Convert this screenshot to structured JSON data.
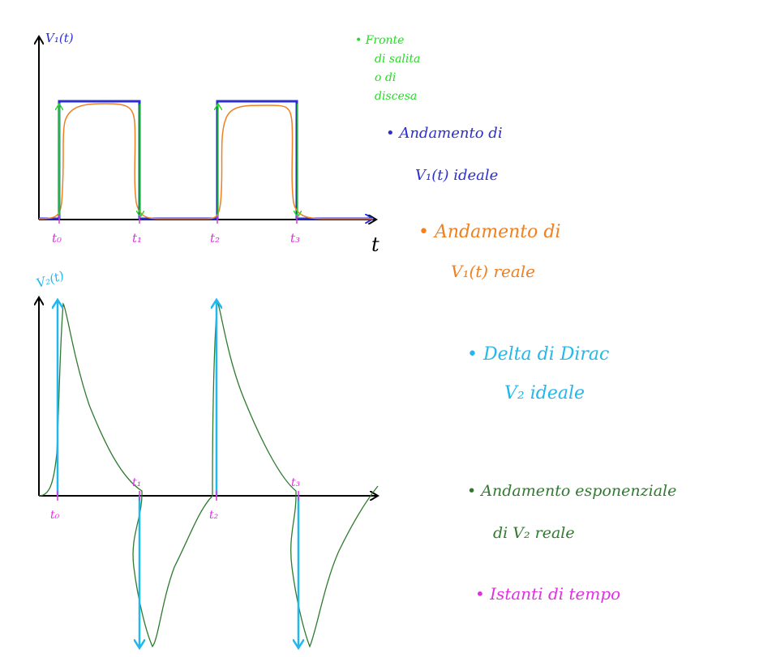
{
  "colors": {
    "axis": "#000000",
    "ideal_v1": "#2b2fd0",
    "real_v1": "#f08020",
    "fronts": "#22dd22",
    "dirac": "#22b8ee",
    "exp_real": "#2f7a2f",
    "instants": "#e030e0"
  },
  "top_plot": {
    "y_label": "V₁(t)",
    "x_label": "t",
    "ticks": [
      "t₀",
      "t₁",
      "t₂",
      "t₃"
    ]
  },
  "bottom_plot": {
    "y_label": "V₂(t)",
    "ticks_top": [
      "t₁",
      "t₃"
    ],
    "ticks_bottom": [
      "t₀",
      "t₂"
    ]
  },
  "legend": {
    "fronts": [
      "• Fronte",
      "di salita",
      "o di",
      "discesa"
    ],
    "ideal": [
      "• Andamento di",
      "V₁(t) ideale"
    ],
    "real": [
      "• Andamento di",
      "V₁(t) reale"
    ],
    "dirac": [
      "• Delta di Dirac",
      "V₂ ideale"
    ],
    "exp": [
      "• Andamento esponenziale",
      "di V₂ reale"
    ],
    "instants": [
      "• Istanti di tempo"
    ]
  }
}
